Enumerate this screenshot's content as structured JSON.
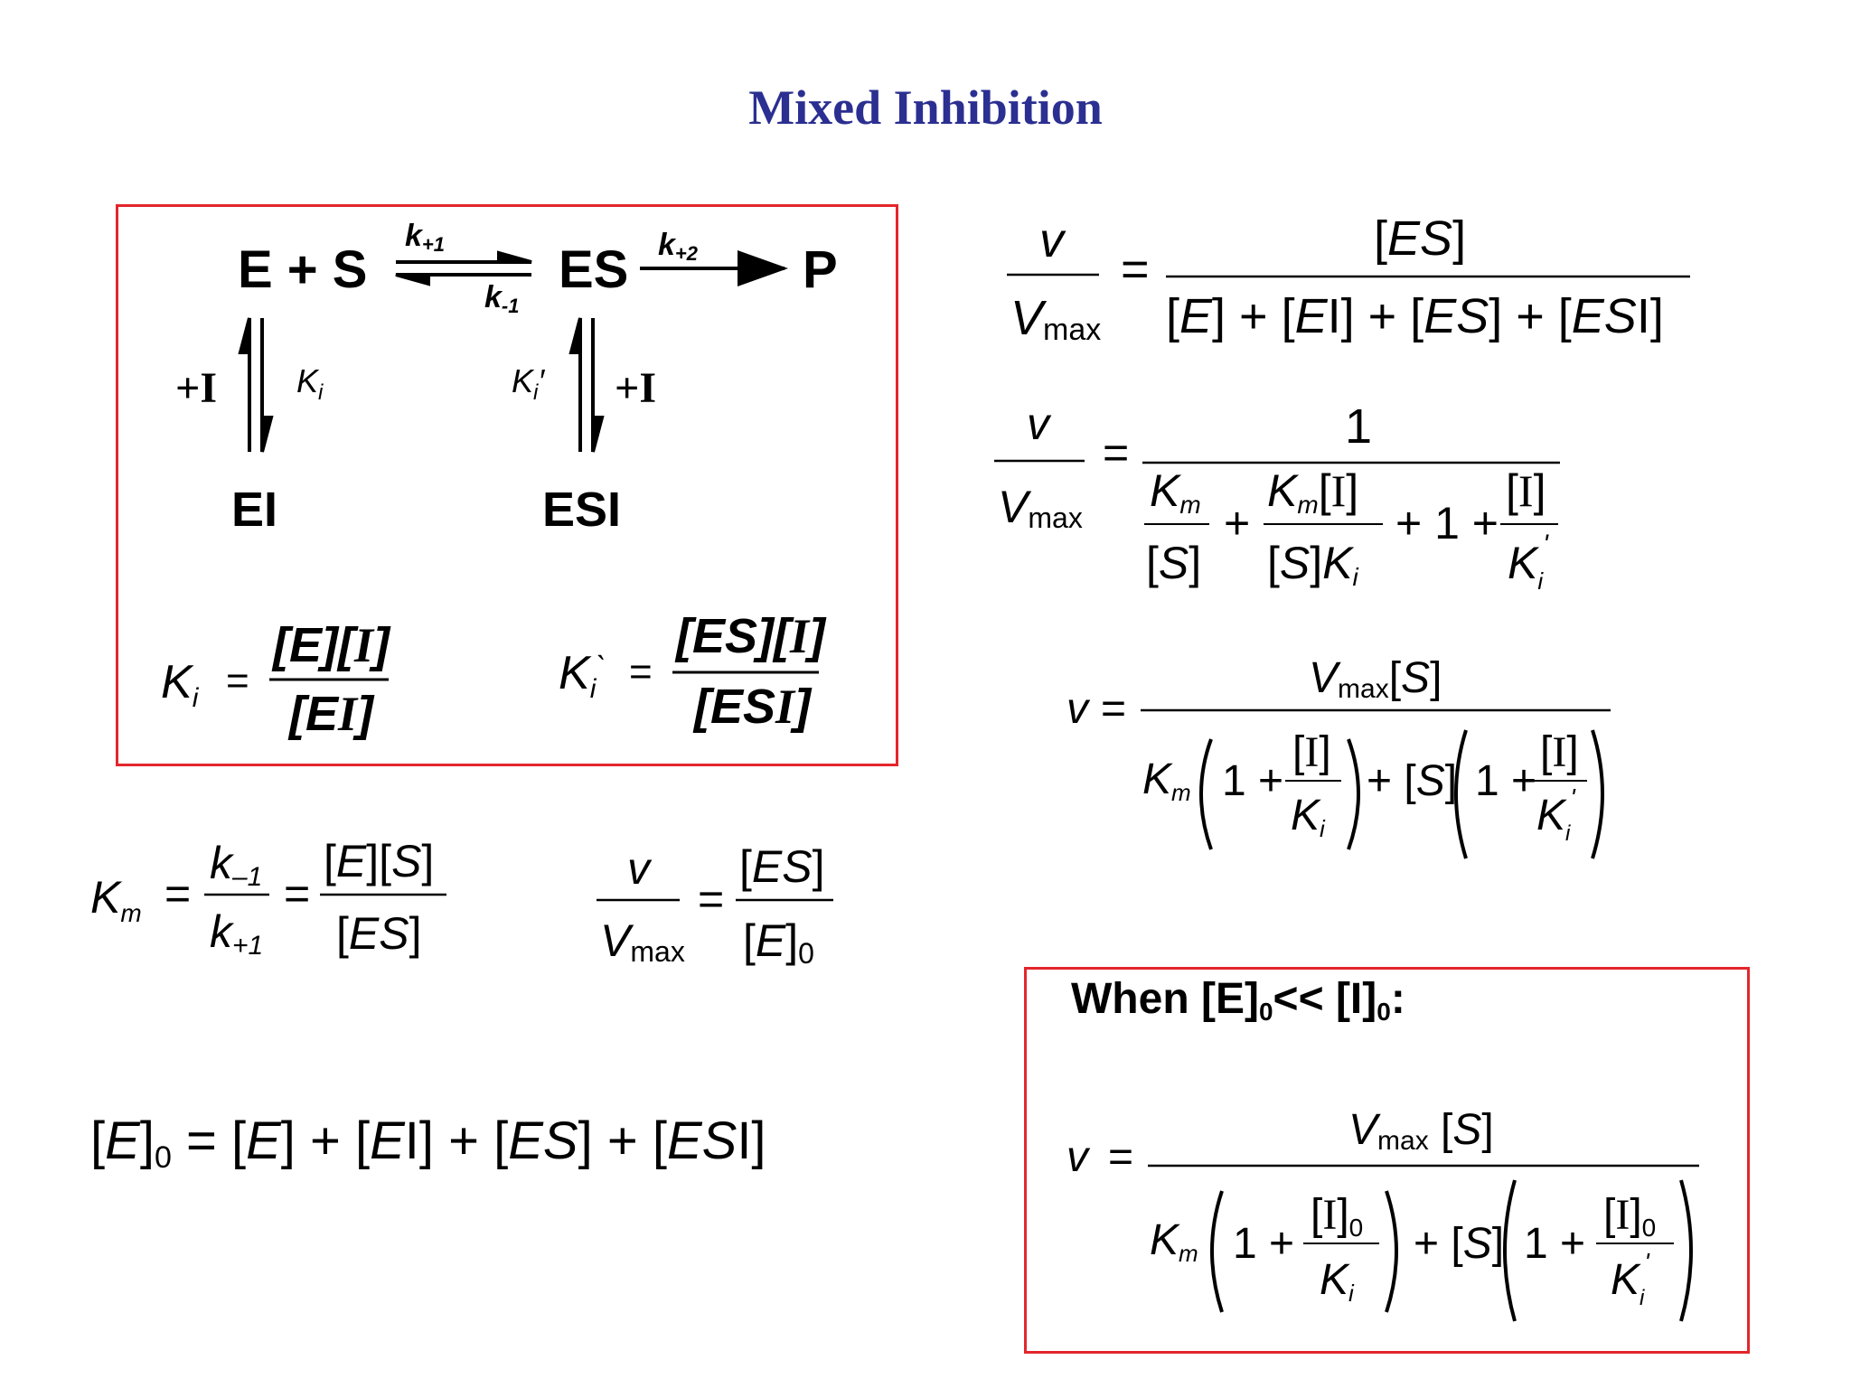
{
  "title": "Mixed Inhibition",
  "colors": {
    "title": "#2b2f91",
    "box_border": "#e3262b",
    "text": "#000000"
  },
  "scheme": {
    "reactants": "E + S",
    "complex": "ES",
    "product": "P",
    "inhibited_enzyme": "EI",
    "inhibited_complex": "ESI",
    "rate_forward_1": "k+1",
    "rate_reverse_1": "k-1",
    "rate_forward_2": "k+2",
    "inhibitor_left": "+I",
    "inhibitor_right": "+I",
    "const_left": "Ki",
    "const_right": "Ki'"
  },
  "equations": {
    "Ki_def": "Ki = [E][I] / [EI]",
    "Ki_prime_def": "Ki` = [ES][I] / [ESI]",
    "Km_def": "Km = k-1 / k+1 = [E][S] / [ES]",
    "v_over_vmax_simple": "v / Vmax = [ES] / [E]0",
    "enzyme_total": "[E]0 = [E] + [EI] + [ES] + [ESI]",
    "v_over_vmax_full": "v / Vmax = [ES] / ([E] + [EI] + [ES] + [ESI])",
    "v_over_vmax_expanded": "v / Vmax = 1 / (Km/[S] + Km[I]/([S]Ki) + 1 + [I]/K'i)",
    "v_mixed": "v = Vmax[S] / (Km(1 + [I]/Ki) + [S](1 + [I]/K'i))",
    "v_mixed_approx": "v = Vmax[S] / (Km(1 + [I]0/Ki) + [S](1 + [I]0/K'i))"
  },
  "condition": {
    "prefix": "When [E]",
    "sub1": "0",
    "mid": "<< [I]",
    "sub2": "0",
    "suffix": ":"
  }
}
